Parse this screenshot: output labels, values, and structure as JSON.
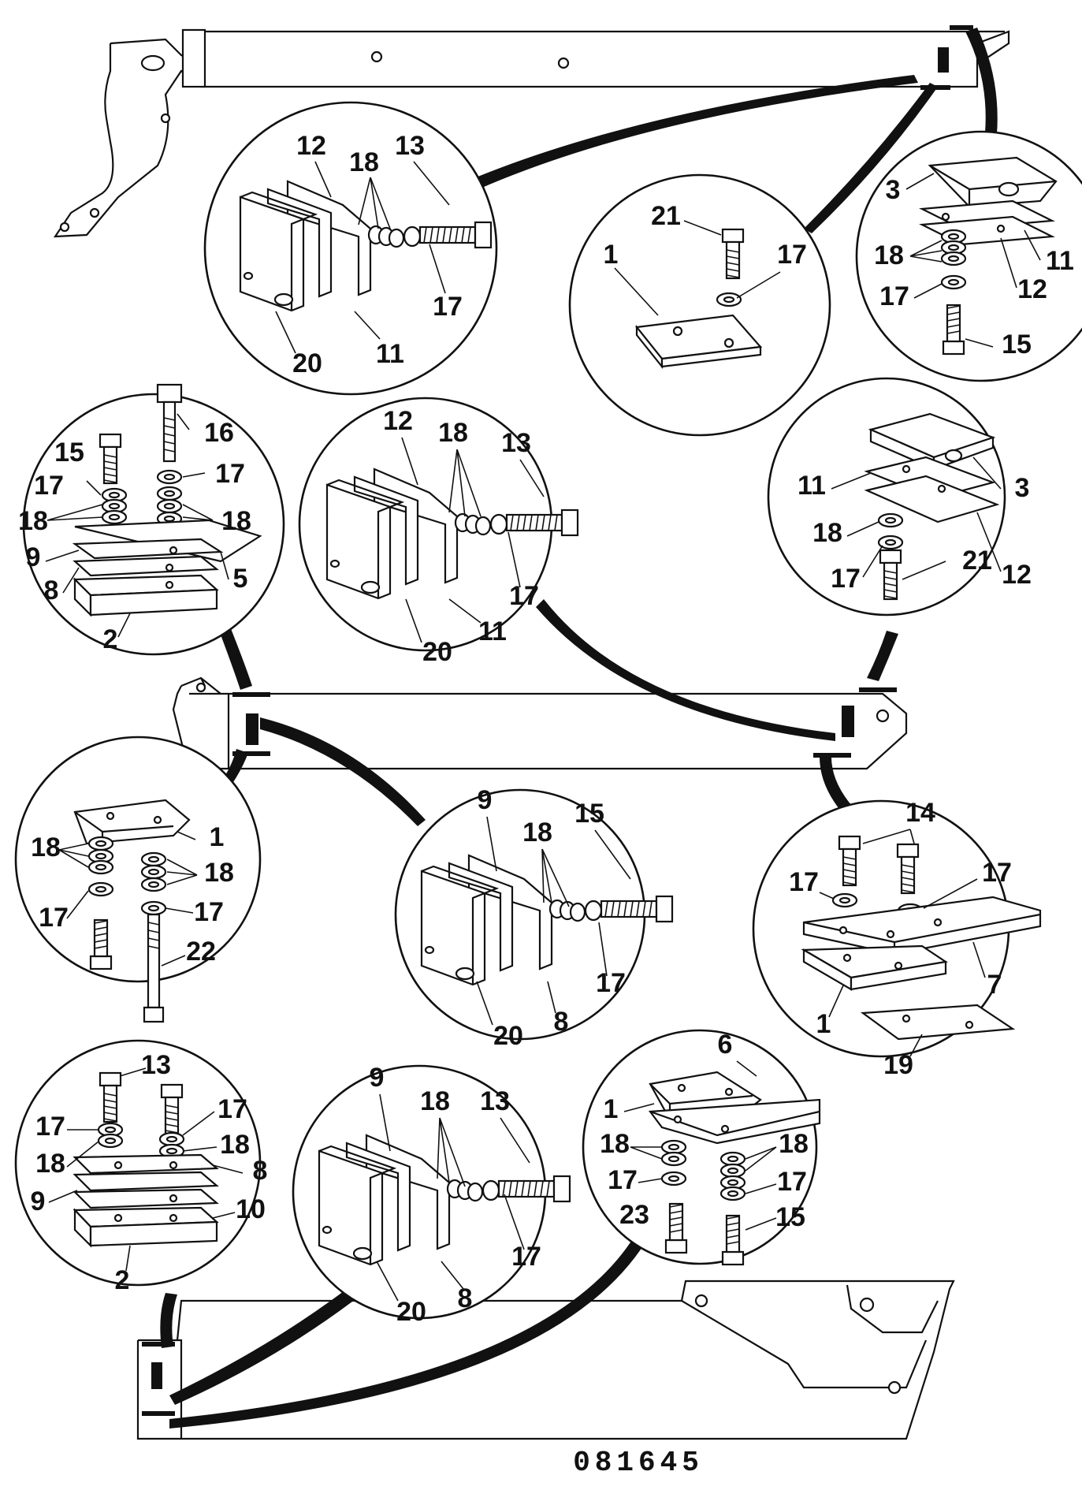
{
  "drawing_number": "081645",
  "callouts": {
    "d1": [
      "12",
      "18",
      "13",
      "17",
      "20",
      "11"
    ],
    "d2": [
      "21",
      "1",
      "17"
    ],
    "d3": [
      "3",
      "18",
      "11",
      "12",
      "17",
      "15"
    ],
    "d4": [
      "15",
      "16",
      "17",
      "17",
      "18",
      "18",
      "9",
      "5",
      "8",
      "2"
    ],
    "d5": [
      "12",
      "18",
      "13",
      "17",
      "20",
      "11"
    ],
    "d6": [
      "11",
      "3",
      "18",
      "21",
      "17",
      "12"
    ],
    "d7": [
      "18",
      "1",
      "18",
      "17",
      "17",
      "22"
    ],
    "d8": [
      "9",
      "18",
      "15",
      "17",
      "20",
      "8"
    ],
    "d9": [
      "14",
      "17",
      "17",
      "7",
      "1",
      "19"
    ],
    "d10": [
      "13",
      "17",
      "17",
      "18",
      "18",
      "9",
      "8",
      "10",
      "2"
    ],
    "d11": [
      "9",
      "18",
      "13",
      "17",
      "20",
      "8"
    ],
    "d12": [
      "6",
      "1",
      "18",
      "18",
      "17",
      "17",
      "23",
      "15"
    ]
  }
}
